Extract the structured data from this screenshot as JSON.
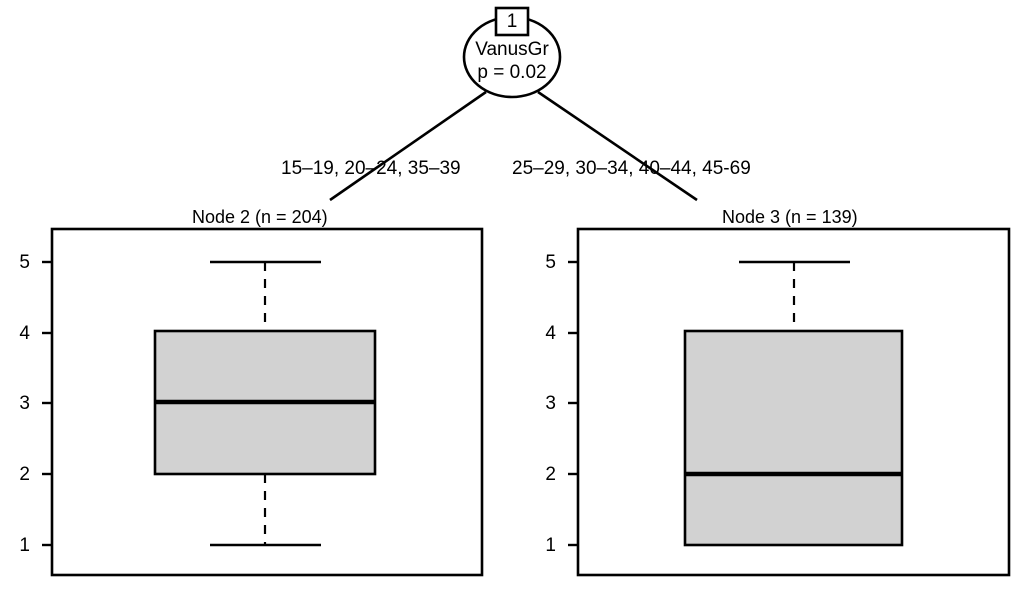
{
  "figure": {
    "type": "conditional-inference-tree-with-boxplots",
    "background_color": "#ffffff",
    "line_color": "#000000",
    "box_fill_color": "#d2d2d2"
  },
  "root_node": {
    "id": "1",
    "variable": "VanusGr",
    "p_value_text": "p = 0.02"
  },
  "edges": [
    {
      "label": "15–19, 20–24, 35–39",
      "target": "Node 2"
    },
    {
      "label": "25–29, 30–34, 40–44, 45-69",
      "target": "Node 3"
    }
  ],
  "panels": [
    {
      "title": "Node 2 (n = 204)",
      "axis_ticks": [
        "5",
        "4",
        "3",
        "2",
        "1"
      ],
      "boxplot": {
        "min": 1,
        "q1": 2,
        "median": 3,
        "q3": 4,
        "max": 5
      }
    },
    {
      "title": "Node 3 (n = 139)",
      "axis_ticks": [
        "5",
        "4",
        "3",
        "2",
        "1"
      ],
      "boxplot": {
        "min": 1,
        "q1": 1,
        "median": 2,
        "q3": 4,
        "max": 5
      }
    }
  ],
  "chart_data": {
    "type": "box",
    "title": "",
    "xlabel": "",
    "ylabel": "",
    "ylim": [
      0.6,
      5.4
    ],
    "grid": false,
    "legend": "none",
    "tree": {
      "root": {
        "id": "1",
        "variable": "VanusGr",
        "p": 0.02,
        "splits": [
          {
            "label": "15–19, 20–24, 35–39",
            "child": "Node 2"
          },
          {
            "label": "25–29, 30–34, 40–44, 45-69",
            "child": "Node 3"
          }
        ]
      }
    },
    "categories": [
      "Node 2 (n = 204)",
      "Node 3 (n = 139)"
    ],
    "n": [
      204,
      139
    ],
    "boxes": [
      {
        "name": "Node 2 (n = 204)",
        "n": 204,
        "min": 1,
        "q1": 2,
        "median": 3,
        "q3": 4,
        "max": 5,
        "outliers": []
      },
      {
        "name": "Node 3 (n = 139)",
        "n": 139,
        "min": 1,
        "q1": 1,
        "median": 2,
        "q3": 4,
        "max": 5,
        "outliers": []
      }
    ],
    "yticks": [
      1,
      2,
      3,
      4,
      5
    ]
  }
}
